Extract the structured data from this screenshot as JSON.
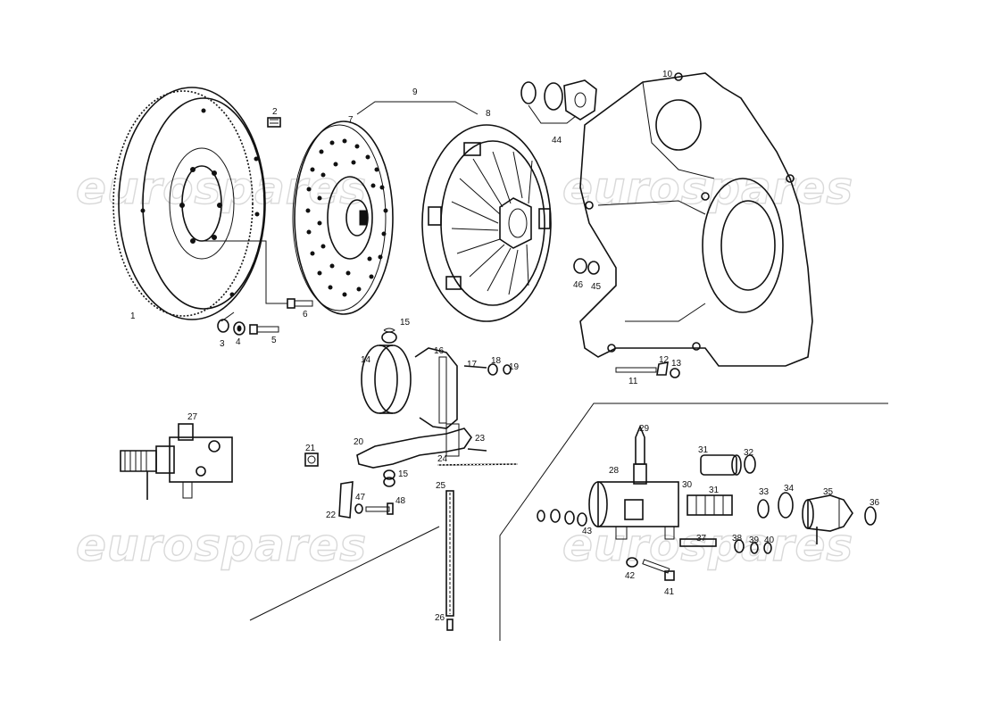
{
  "watermark": {
    "text": "eurospares",
    "color": "#d9d9d9"
  },
  "diagram": {
    "ink_color": "#111111",
    "parts": [
      {
        "id": "flywheel",
        "label": "1"
      },
      {
        "id": "flywheel-stud",
        "label": "2"
      },
      {
        "id": "washer-3",
        "label": "3"
      },
      {
        "id": "washer-4",
        "label": "4"
      },
      {
        "id": "bolt-5",
        "label": "5"
      },
      {
        "id": "bolt-6",
        "label": "6"
      },
      {
        "id": "clutch-disc",
        "label": "7"
      },
      {
        "id": "pressure-plate",
        "label": "8"
      },
      {
        "id": "clutch-kit",
        "label": "9"
      },
      {
        "id": "bell-housing",
        "label": "10"
      },
      {
        "id": "stud-11",
        "label": "11"
      },
      {
        "id": "washer-12",
        "label": "12"
      },
      {
        "id": "nut-13",
        "label": "13"
      },
      {
        "id": "release-bearing",
        "label": "14"
      },
      {
        "id": "spring-15a",
        "label": "15"
      },
      {
        "id": "bearing-carrier",
        "label": "16"
      },
      {
        "id": "pin-17",
        "label": "17"
      },
      {
        "id": "washer-18",
        "label": "18"
      },
      {
        "id": "clip-19",
        "label": "19"
      },
      {
        "id": "release-fork",
        "label": "20"
      },
      {
        "id": "bush-21",
        "label": "21"
      },
      {
        "id": "bracket-22",
        "label": "22"
      },
      {
        "id": "pin-23",
        "label": "23"
      },
      {
        "id": "rod-24",
        "label": "24"
      },
      {
        "id": "shaft-25",
        "label": "25"
      },
      {
        "id": "pin-26",
        "label": "26"
      },
      {
        "id": "slave-cylinder",
        "label": "27"
      },
      {
        "id": "master-cylinder-body",
        "label": "28"
      },
      {
        "id": "bleed-valve",
        "label": "29"
      },
      {
        "id": "reservoir-connector",
        "label": "30"
      },
      {
        "id": "piston-31a",
        "label": "31"
      },
      {
        "id": "piston-31b",
        "label": "31"
      },
      {
        "id": "circlip-32",
        "label": "32"
      },
      {
        "id": "seal-33",
        "label": "33"
      },
      {
        "id": "retainer-34",
        "label": "34"
      },
      {
        "id": "boot-35",
        "label": "35"
      },
      {
        "id": "ring-36",
        "label": "36"
      },
      {
        "id": "union-37",
        "label": "37"
      },
      {
        "id": "seal-38",
        "label": "38"
      },
      {
        "id": "seal-39",
        "label": "39"
      },
      {
        "id": "seal-40",
        "label": "40"
      },
      {
        "id": "bolt-41",
        "label": "41"
      },
      {
        "id": "washer-42",
        "label": "42"
      },
      {
        "id": "seal-set-43",
        "label": "43"
      },
      {
        "id": "mounting-kit-44",
        "label": "44"
      },
      {
        "id": "washer-45",
        "label": "45"
      },
      {
        "id": "nut-46",
        "label": "46"
      },
      {
        "id": "washer-47",
        "label": "47"
      },
      {
        "id": "bolt-48",
        "label": "48"
      },
      {
        "id": "spring-15b",
        "label": "15"
      }
    ]
  }
}
